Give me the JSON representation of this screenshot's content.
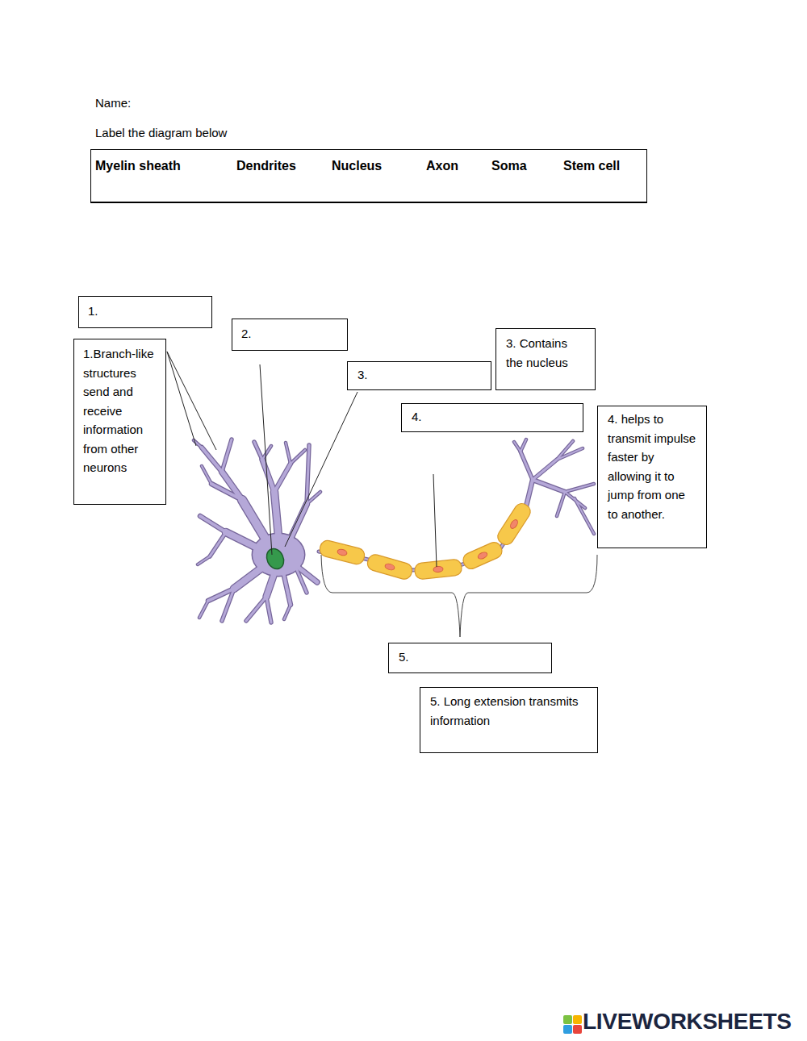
{
  "diagram": {
    "nodes": [
      {
        "text": [
          "Myelin sheath",
          "Dendrites",
          "Nucleus",
          "Axon",
          "Soma",
          "Stem cell"
        ]
      },
      {
        "text": [
          "1."
        ]
      },
      {
        "text": [
          "1.Branch-like structures send and receive information from other neurons"
        ]
      },
      {
        "text": [
          "2."
        ]
      },
      {
        "text": [
          "3. Contains the nucleus"
        ]
      },
      {
        "text": [
          "3."
        ]
      },
      {
        "text": [
          "4."
        ]
      },
      {
        "text": [
          "4. helps to transmit impulse faster by allowing it to jump from one to another."
        ]
      },
      {
        "text": [
          "5."
        ]
      },
      {
        "text": [
          "5. Long extension transmits information"
        ]
      }
    ],
    "labels": [
      "Name:",
      "Label the diagram below",
      "LIVEWORKSHEETS"
    ]
  }
}
